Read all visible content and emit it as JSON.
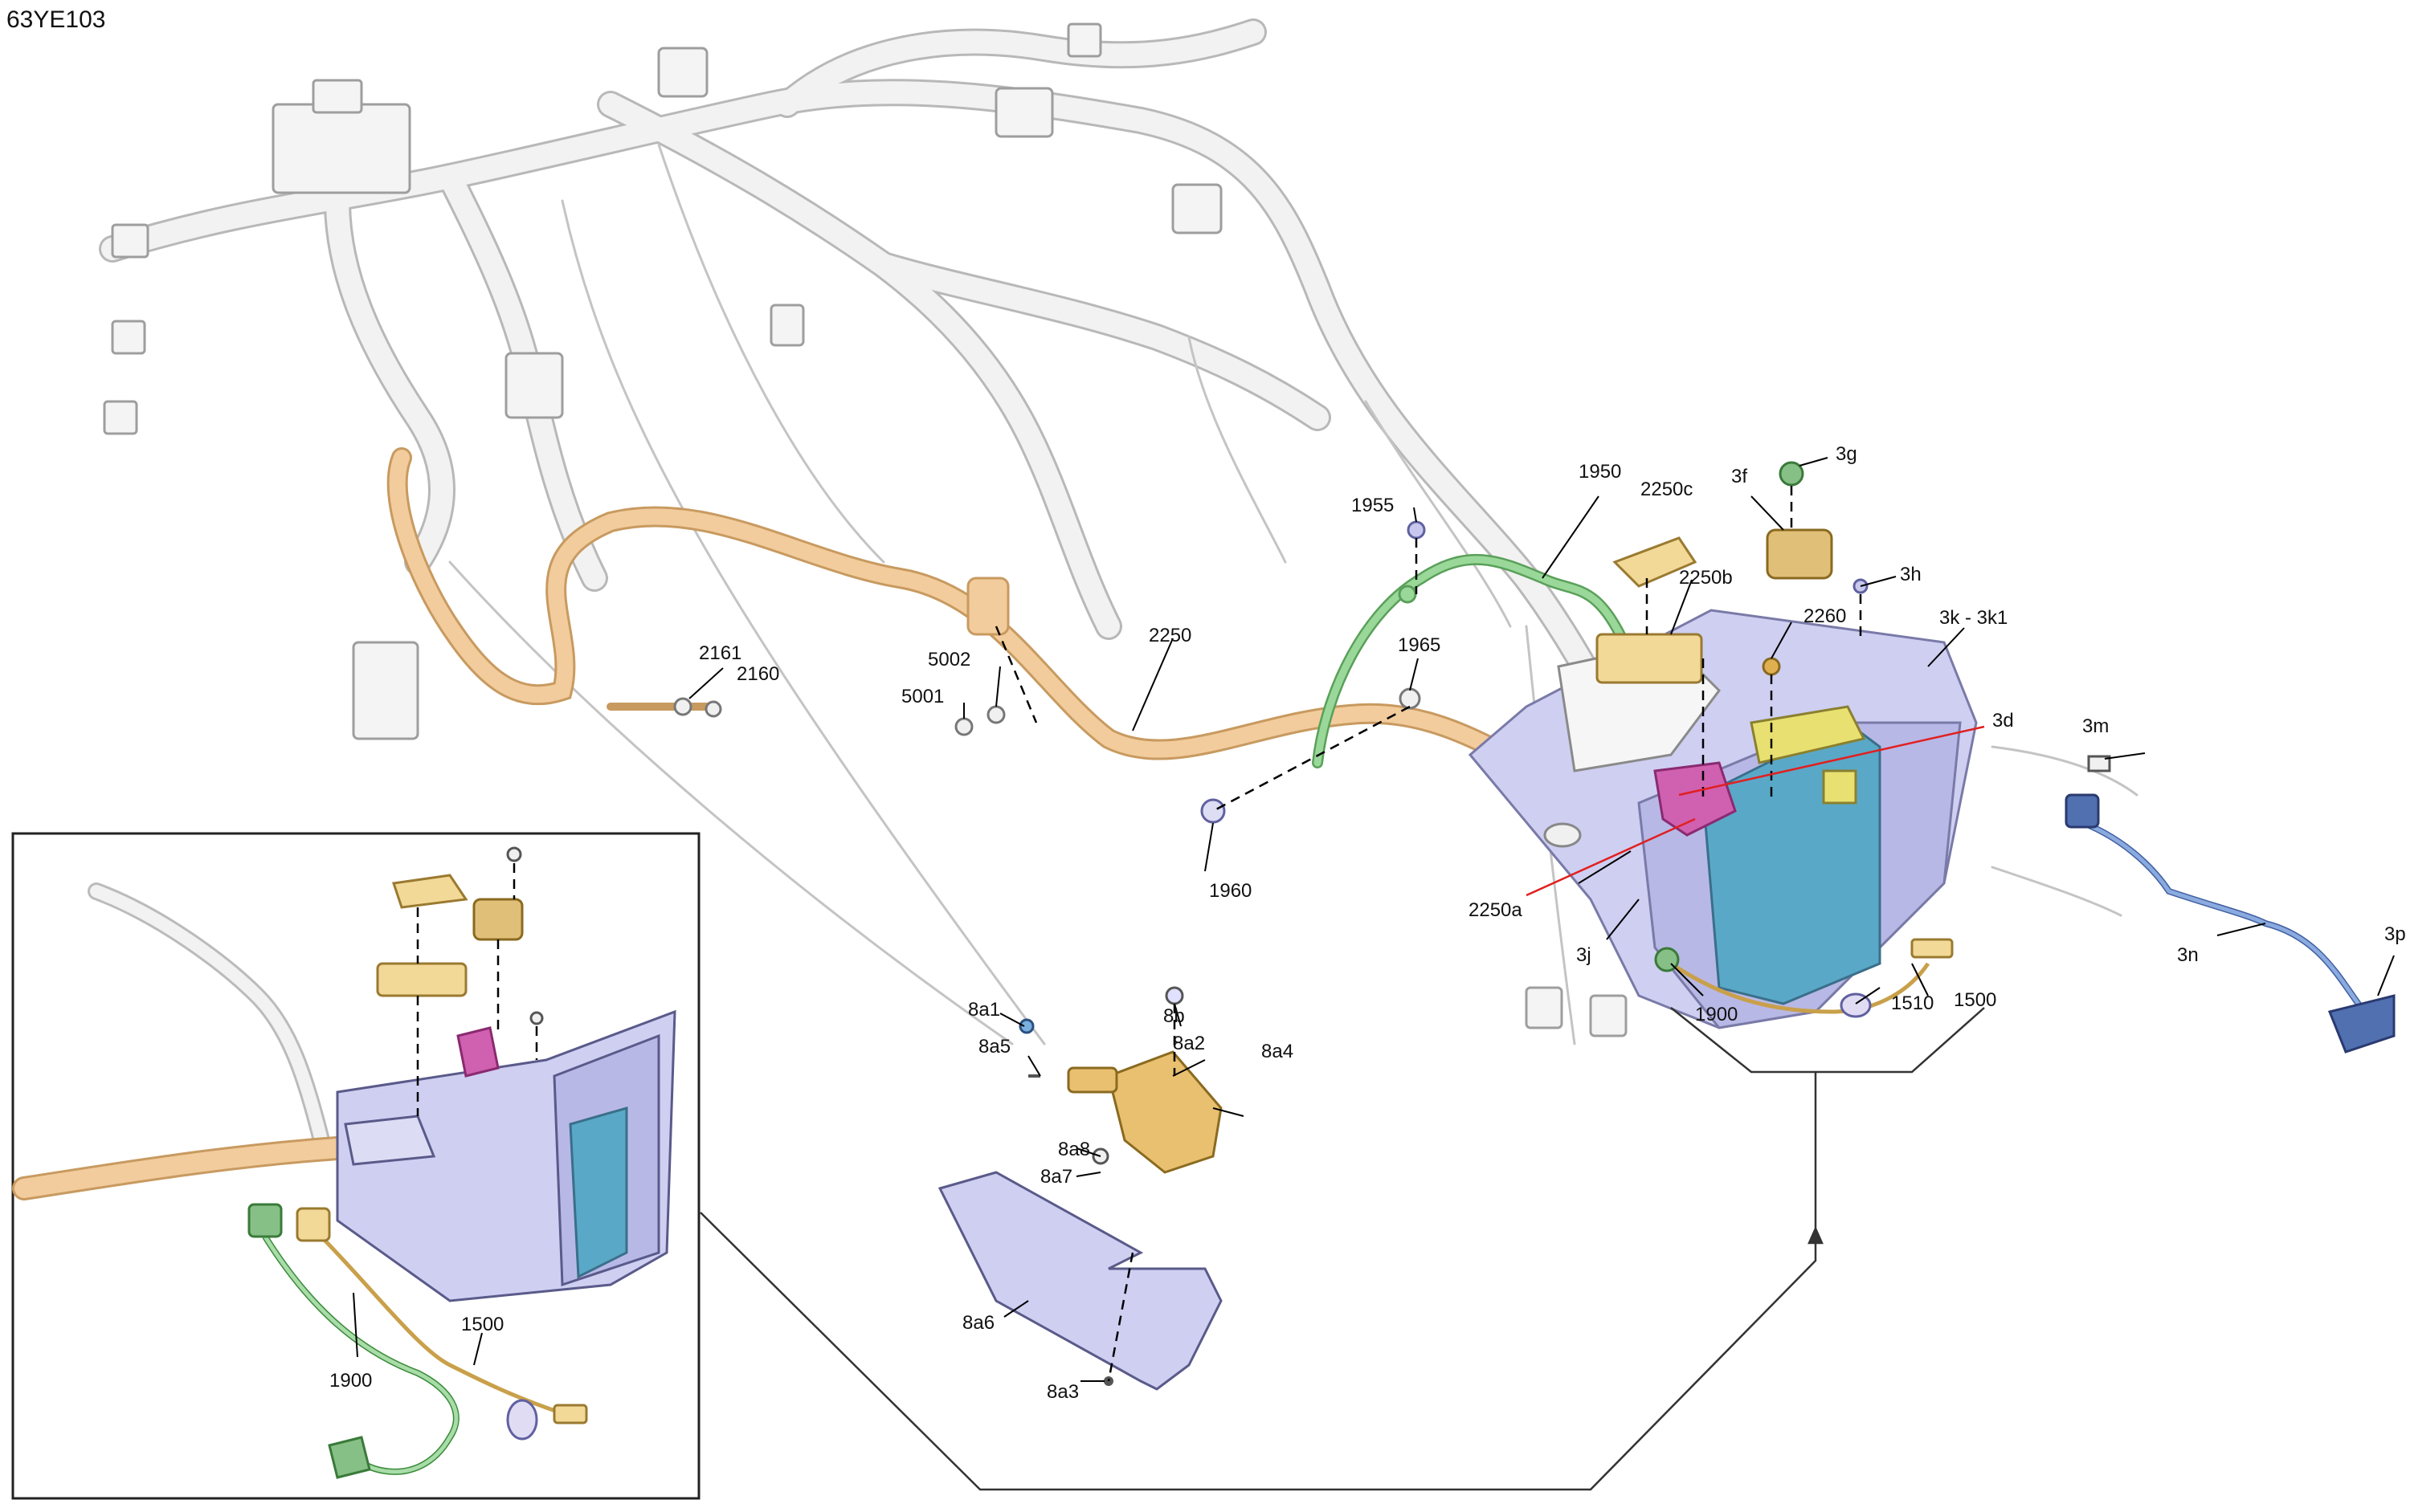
{
  "diagram_code": "63YE103",
  "callouts": {
    "c1950": "1950",
    "c2250c": "2250c",
    "c3f": "3f",
    "c3g": "3g",
    "c1955": "1955",
    "c3h": "3h",
    "c2250b": "2250b",
    "c2260": "2260",
    "c3k": "3k - 3k1",
    "c2161": "2161",
    "c2160": "2160",
    "c2250": "2250",
    "c1965": "1965",
    "c5002": "5002",
    "c5001": "5001",
    "c3d": "3d",
    "c3m": "3m",
    "c1960": "1960",
    "c2250a": "2250a",
    "c3j": "3j",
    "c3n": "3n",
    "c3p": "3p",
    "c1500": "1500",
    "c1510": "1510",
    "c1900": "1900",
    "c8b": "8b",
    "c8a1": "8a1",
    "c8a2": "8a2",
    "c8a4": "8a4",
    "c8a5": "8a5",
    "c8a8": "8a8",
    "c8a7": "8a7",
    "c8a6": "8a6",
    "c8a3": "8a3",
    "inset1900": "1900",
    "inset1500": "1500"
  },
  "colors": {
    "harness": "#e5e5e5",
    "harness_edge": "#c2c2c2",
    "cable_orange": "#f0c995",
    "cable_green": "#8fd08f",
    "tray_lavender": "#c8c8ee",
    "battery_blue": "#5aa8c8",
    "terminal_magenta": "#d060b0",
    "tan_part": "#d8b878",
    "cable_blue": "#6f93cf",
    "leader_red": "#e02020"
  }
}
